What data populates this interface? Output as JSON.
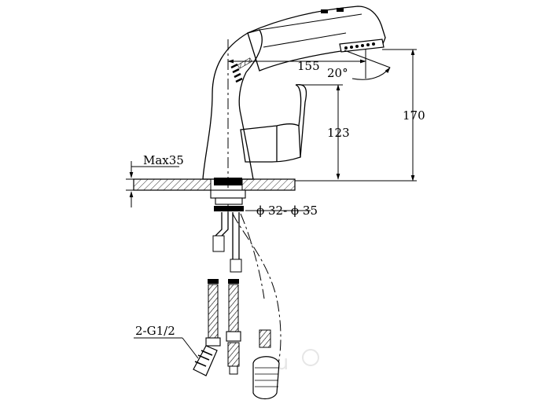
{
  "dimensions": {
    "spout_reach": "155",
    "spray_angle": "20°",
    "total_height": "170",
    "handle_height": "123",
    "max_deck_thickness": "Max35",
    "mounting_hole": "ϕ 32- ϕ 35",
    "hose_thread": "2-G1/2"
  },
  "icons": {
    "hatch_pattern": "diagonal-hatch",
    "dimension_arrow": "arrowhead"
  }
}
